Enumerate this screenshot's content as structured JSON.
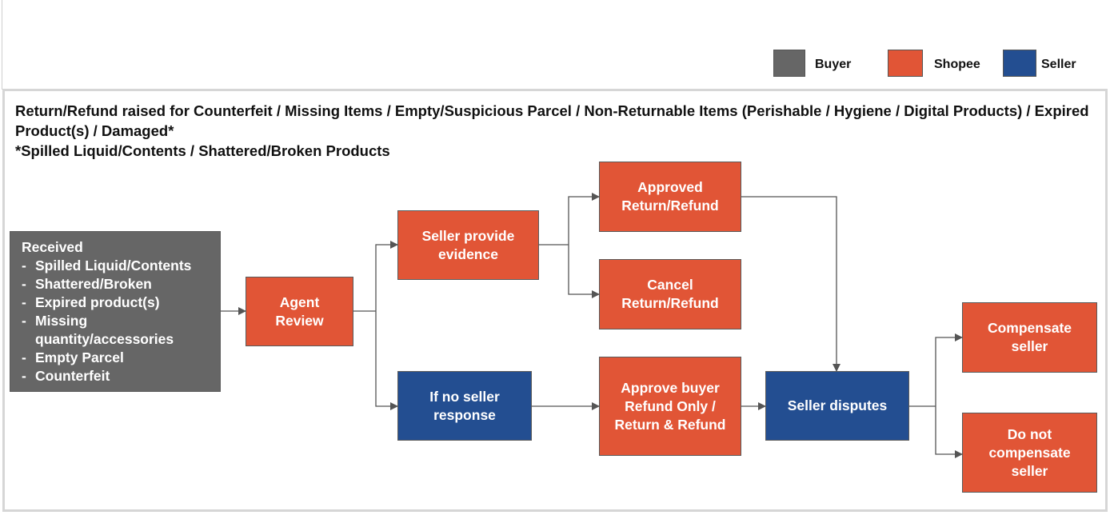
{
  "legend": [
    {
      "label": "Buyer",
      "color": "#666666"
    },
    {
      "label": "Shopee",
      "color": "#e15536"
    },
    {
      "label": "Seller",
      "color": "#234e91"
    }
  ],
  "heading": {
    "line1": "Return/Refund raised for Counterfeit / Missing Items / Empty/Suspicious Parcel / Non-Returnable Items (Perishable / Hygiene / Digital Products) / Expired Product(s) / Damaged*",
    "line2": "*Spilled Liquid/Contents / Shattered/Broken Products"
  },
  "nodes": {
    "received": {
      "title": "Received",
      "items": [
        "Spilled Liquid/Contents",
        "Shattered/Broken",
        "Expired product(s)",
        "Missing quantity/accessories",
        "Empty Parcel",
        "Counterfeit"
      ]
    },
    "agent_review": "Agent Review",
    "seller_provide_evidence": "Seller provide evidence",
    "if_no_seller_response": "If no seller response",
    "approved_return_refund": "Approved Return/Refund",
    "cancel_return_refund": "Cancel Return/Refund",
    "approve_buyer_refund": "Approve buyer Refund Only / Return & Refund",
    "seller_disputes": "Seller disputes",
    "compensate_seller": "Compensate seller",
    "do_not_compensate_seller": "Do not compensate seller"
  },
  "colors": {
    "buyer": "#666666",
    "shopee": "#e15536",
    "seller": "#234e91",
    "connector": "#555555"
  }
}
